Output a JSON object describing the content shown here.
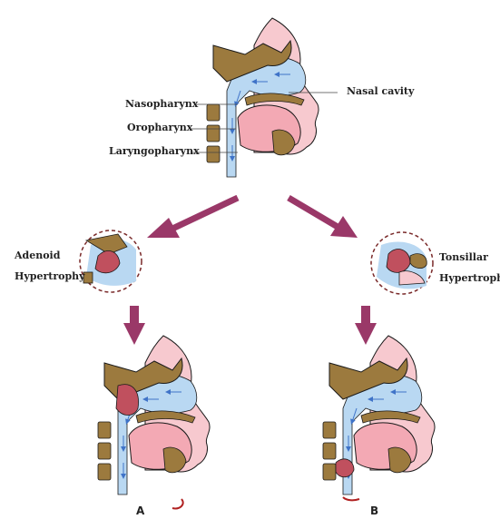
{
  "labels": {
    "nasopharynx": "Nasopharynx",
    "oropharynx": "Oropharynx",
    "laryngopharynx": "Laryngopharynx",
    "nasal_cavity": "Nasal cavity",
    "adenoid_line1": "Adenoid",
    "adenoid_line2": "Hypertrophy",
    "tonsillar_line1": "Tonsillar",
    "tonsillar_line2": "Hypertrophy",
    "caption_a": "A",
    "caption_b": "B"
  },
  "colors": {
    "skin": "#f7c9cf",
    "bone": "#9c7a3e",
    "airway": "#b9d8f2",
    "airway_arrow": "#3f73c8",
    "arrow": "#9a3868",
    "hypertrophy": "#c0505e",
    "outline": "#1a1a1a"
  }
}
